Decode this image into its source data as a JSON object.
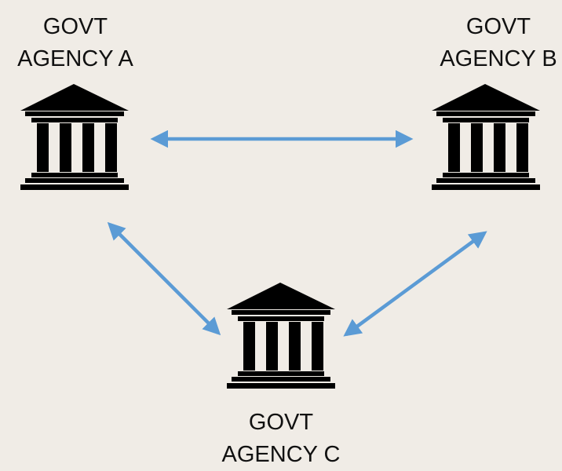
{
  "agencies": {
    "a": {
      "line1": "GOVT",
      "line2": "AGENCY A"
    },
    "b": {
      "line1": "GOVT",
      "line2": "AGENCY B"
    },
    "c": {
      "line1": "GOVT",
      "line2": "AGENCY C"
    }
  },
  "colors": {
    "background": "#f0ece6",
    "arrow": "#5b9bd5",
    "icon": "#000000",
    "text": "#111111"
  },
  "icons": {
    "agency": "government-building-icon"
  },
  "connections": [
    {
      "from": "GOVT AGENCY A",
      "to": "GOVT AGENCY B",
      "direction": "bidirectional"
    },
    {
      "from": "GOVT AGENCY A",
      "to": "GOVT AGENCY C",
      "direction": "bidirectional"
    },
    {
      "from": "GOVT AGENCY B",
      "to": "GOVT AGENCY C",
      "direction": "bidirectional"
    }
  ]
}
